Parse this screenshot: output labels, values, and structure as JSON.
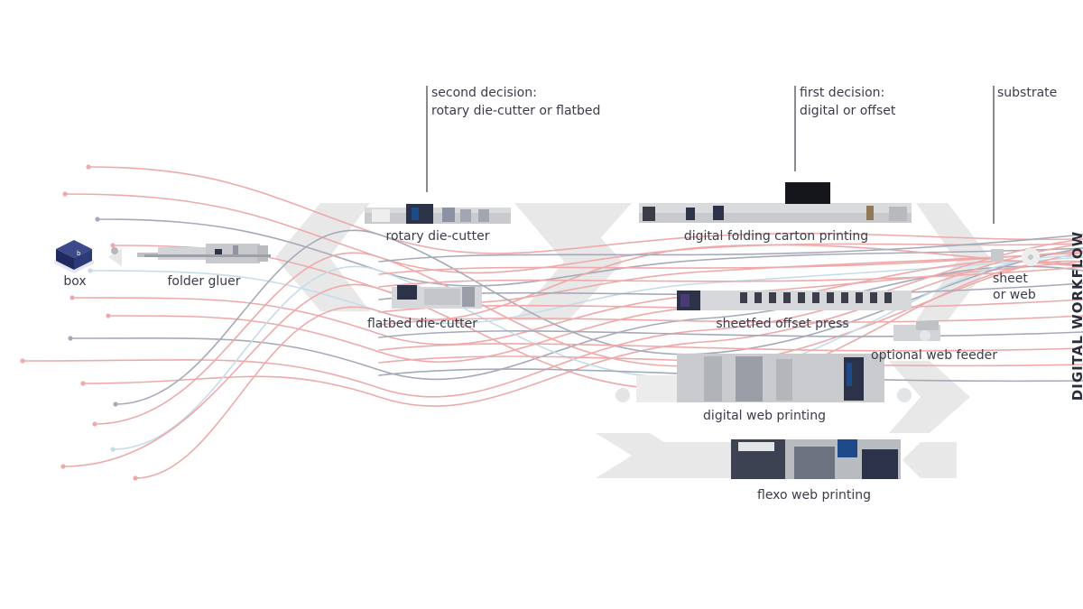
{
  "callouts": {
    "second_decision": [
      "second decision:",
      "rotary die-cutter or flatbed"
    ],
    "first_decision": [
      "first decision:",
      "digital or offset"
    ],
    "substrate": "substrate"
  },
  "machines": {
    "box": "box",
    "folder_gluer": "folder gluer",
    "rotary_die_cutter": "rotary die-cutter",
    "flatbed_die_cutter": "flatbed die-cutter",
    "digital_folding_carton": "digital folding carton printing",
    "sheetfed_offset": "sheetfed offset press",
    "web_feeder": "optional web feeder",
    "digital_web": "digital web printing",
    "flexo_web": "flexo web printing",
    "sheet_or_web": [
      "sheet",
      "or web"
    ]
  },
  "workflow_title": "DIGITAL WORKFLOW",
  "colors": {
    "line_red": "#eeaaaa",
    "line_gray": "#a6aab8",
    "line_blue": "#c6dce8",
    "chevron": "#e7e7e7",
    "machine_body": "#d9dadc",
    "machine_dark": "#2c3248",
    "accent_blue": "#1d4b8a",
    "text": "#3a3c48"
  }
}
